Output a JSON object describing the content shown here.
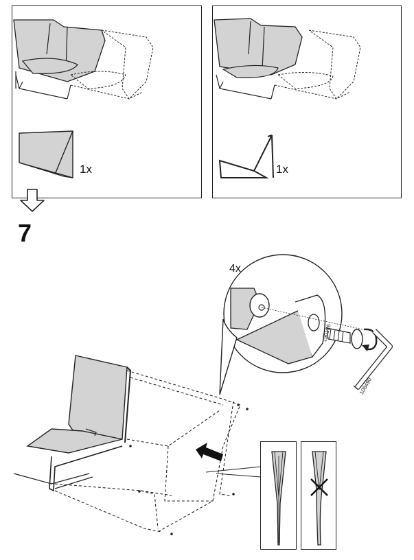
{
  "top_panels": {
    "left_quantity": "1x",
    "right_quantity": "1x"
  },
  "step": {
    "number": "7"
  },
  "detail": {
    "quantity": "4x",
    "screw_part_code": "190126",
    "allen_key_part_code": "108490"
  },
  "colors": {
    "line": "#222222",
    "fabric_gray": "#d3d3d3",
    "arrow_black": "#111111"
  }
}
